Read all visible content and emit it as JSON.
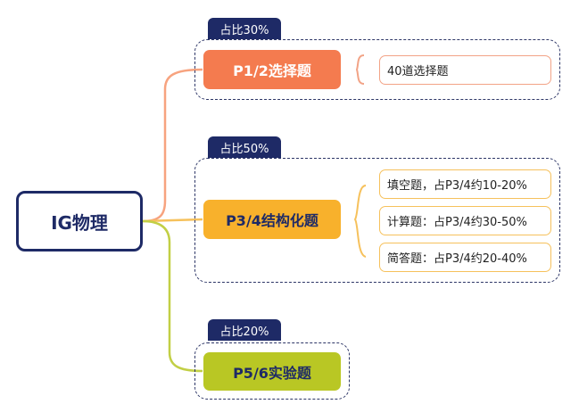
{
  "root": {
    "label": "IG物理"
  },
  "groups": [
    {
      "badge": "占比30%",
      "node": "P1/2选择题",
      "leaves": [
        "40道选择题"
      ]
    },
    {
      "badge": "占比50%",
      "node": "P3/4结构化题",
      "leaves": [
        "填空题，占P3/4约10-20%",
        "计算题：占P3/4约30-50%",
        "简答题：占P3/4约20-40%"
      ]
    },
    {
      "badge": "占比20%",
      "node": "P5/6实验题",
      "leaves": []
    }
  ],
  "colors": {
    "navy": "#1e2a66",
    "orange": "#f47b4f",
    "yellow": "#f8b12c",
    "green": "#b9c724"
  }
}
